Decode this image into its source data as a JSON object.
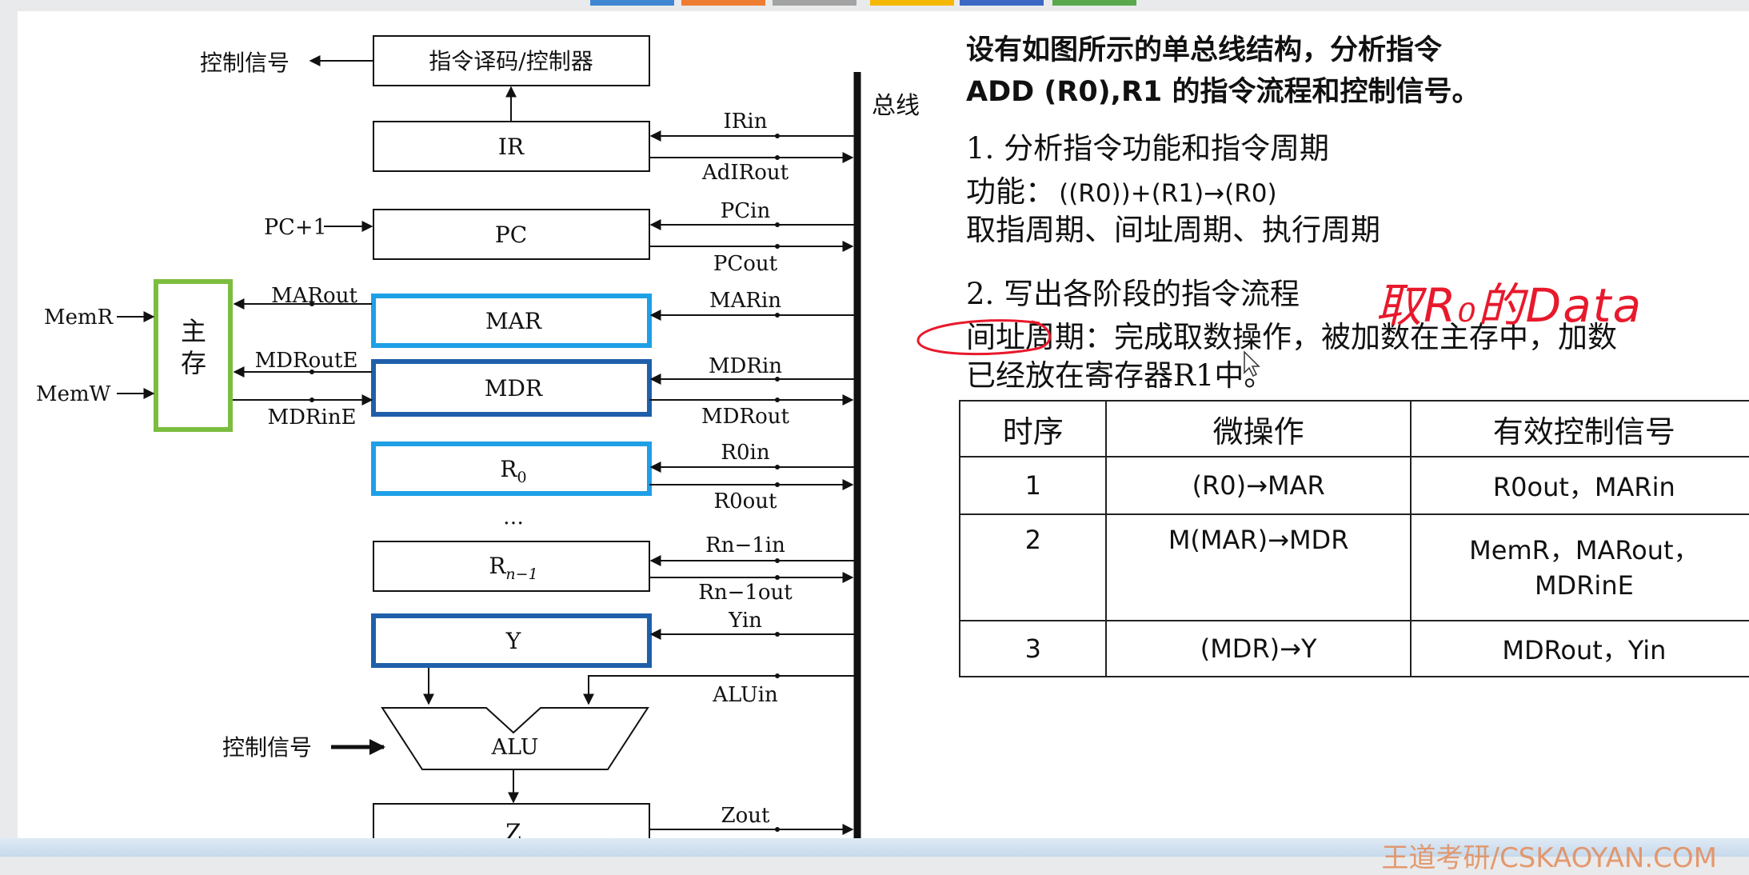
{
  "top_tab_colors": [
    "#3f86d3",
    "#ee7d31",
    "#a3a3a3",
    "#f5b800",
    "#3c68c4",
    "#59a84c"
  ],
  "diagram": {
    "bus_label": "总线",
    "decoder_label": "指令译码/控制器",
    "control_signal_top": "控制信号",
    "control_signal_alu": "控制信号",
    "memory_label_line1": "主",
    "memory_label_line2": "存",
    "mem_r": "MemR",
    "mem_w": "MemW",
    "pc_plus_one": "PC+1",
    "ellipsis": "…",
    "registers": {
      "ir": "IR",
      "pc": "PC",
      "mar": "MAR",
      "mdr": "MDR",
      "r0_main": "R",
      "r0_sub": "0",
      "rn_main": "R",
      "rn_sub": "n−1",
      "y": "Y",
      "alu": "ALU",
      "z": "Z"
    },
    "signals": {
      "irin": "IRin",
      "adirout": "AdIRout",
      "pcin": "PCin",
      "pcout": "PCout",
      "marin": "MARin",
      "mdrin": "MDRin",
      "mdrout": "MDRout",
      "r0in": "R0in",
      "r0out": "R0out",
      "rnin": "Rn−1in",
      "rnout": "Rn−1out",
      "yin": "Yin",
      "aluin": "ALUin",
      "zout": "Zout",
      "marout": "MARout",
      "mdroute": "MDRoutE",
      "mdrine": "MDRinE"
    },
    "highlight_colors": {
      "light_blue": "#1ea0e6",
      "dark_blue": "#1f5faa",
      "green": "#7cbd3f"
    }
  },
  "text": {
    "heading_line1": "设有如图所示的单总线结构，分析指令",
    "heading_line2": "ADD (R0),R1 的指令流程和控制信号。",
    "section1_title": "1. 分析指令功能和指令周期",
    "function_label": "功能：",
    "function_expr": "((R0))+(R1)→(R0)",
    "cycles": "取指周期、间址周期、执行周期",
    "section2_title": "2. 写出各阶段的指令流程",
    "indirect_line1": "间址周期：完成取数操作，被加数在主存中，加数",
    "indirect_line2": "已经放在寄存器R1中。",
    "handwriting": "取R₀的Data"
  },
  "table": {
    "headers": [
      "时序",
      "微操作",
      "有效控制信号"
    ],
    "rows": [
      {
        "step": "1",
        "op": "(R0)→MAR",
        "sig1": "R0out，MARin",
        "sig2": ""
      },
      {
        "step": "2",
        "op": "M(MAR)→MDR",
        "sig1": "MemR，MARout，",
        "sig2": "MDRinE"
      },
      {
        "step": "3",
        "op": "(MDR)→Y",
        "sig1": "MDRout，Yin",
        "sig2": ""
      }
    ]
  },
  "watermark": "王道考研/CSKAOYAN.COM"
}
